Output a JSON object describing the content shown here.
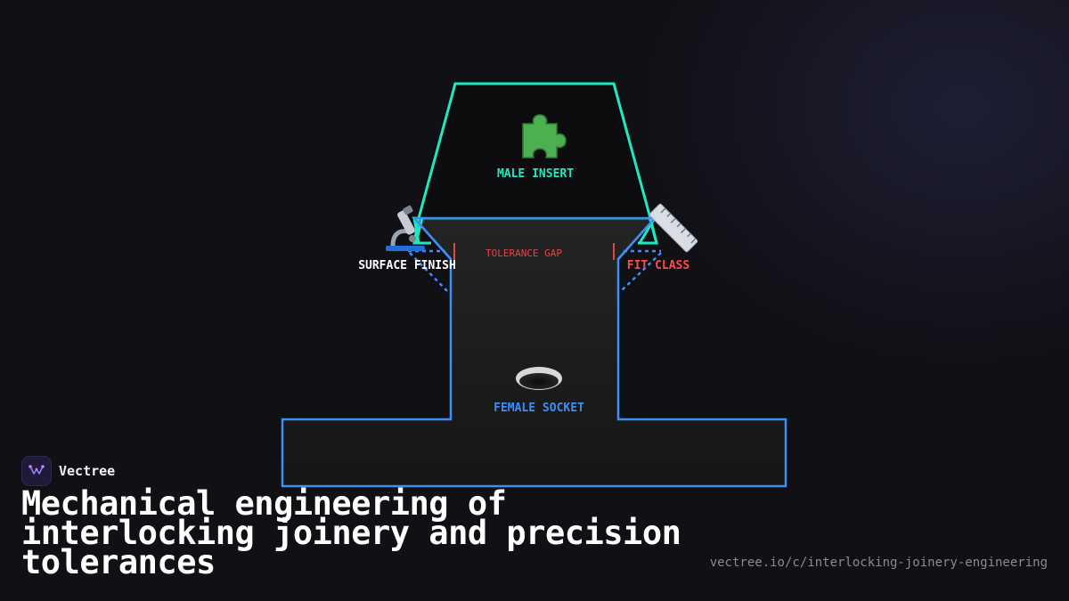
{
  "diagram": {
    "male_label": "MALE INSERT",
    "female_label": "FEMALE SOCKET",
    "gap_label": "TOLERANCE GAP",
    "surface_label": "SURFACE FINISH",
    "fit_label": "FIT CLASS",
    "icons": {
      "male": "puzzle-piece-icon",
      "female": "socket-hole-icon",
      "surface": "microscope-icon",
      "fit": "ruler-icon"
    },
    "colors": {
      "male_outline": "#1ee8c0",
      "female_outline": "#3d8ef5",
      "gap": "#e04848",
      "surface_text": "#ffffff",
      "fit_text": "#ff4a4a",
      "female_text": "#3d8ef5"
    }
  },
  "brand": {
    "name": "Vectree"
  },
  "title": "Mechanical engineering of interlocking joinery and precision tolerances",
  "url": "vectree.io/c/interlocking-joinery-engineering"
}
